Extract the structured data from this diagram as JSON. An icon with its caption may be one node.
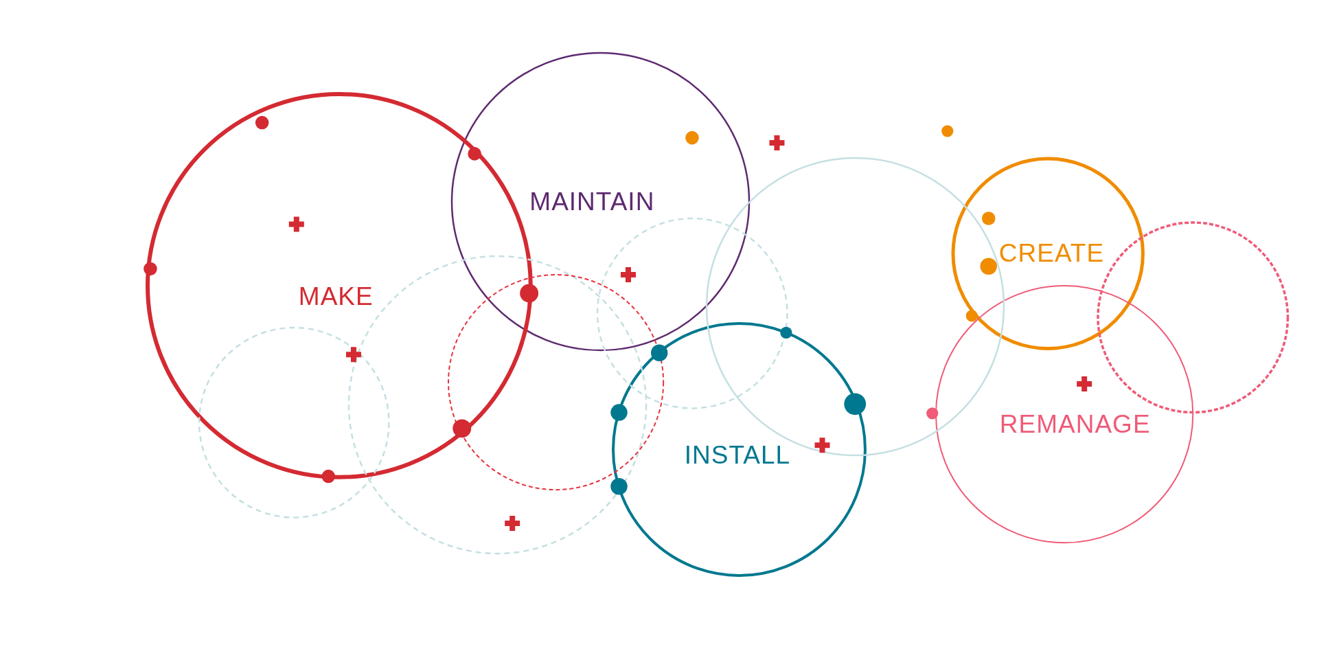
{
  "diagram": {
    "nodes": [
      {
        "text": [
          "MAINTAIN"
        ]
      },
      {
        "text": [
          "CREATE"
        ]
      },
      {
        "text": [
          "MAKE"
        ]
      },
      {
        "text": [
          "REMANAGE"
        ]
      },
      {
        "text": [
          "INSTALL"
        ]
      },
      {
        "text": [],
        "shape": "circle"
      },
      {
        "text": [],
        "shape": "circle"
      },
      {
        "text": [],
        "shape": "circle"
      },
      {
        "text": [],
        "shape": "circle"
      },
      {
        "text": [],
        "shape": "circle"
      },
      {
        "text": [],
        "shape": "circle"
      }
    ]
  }
}
